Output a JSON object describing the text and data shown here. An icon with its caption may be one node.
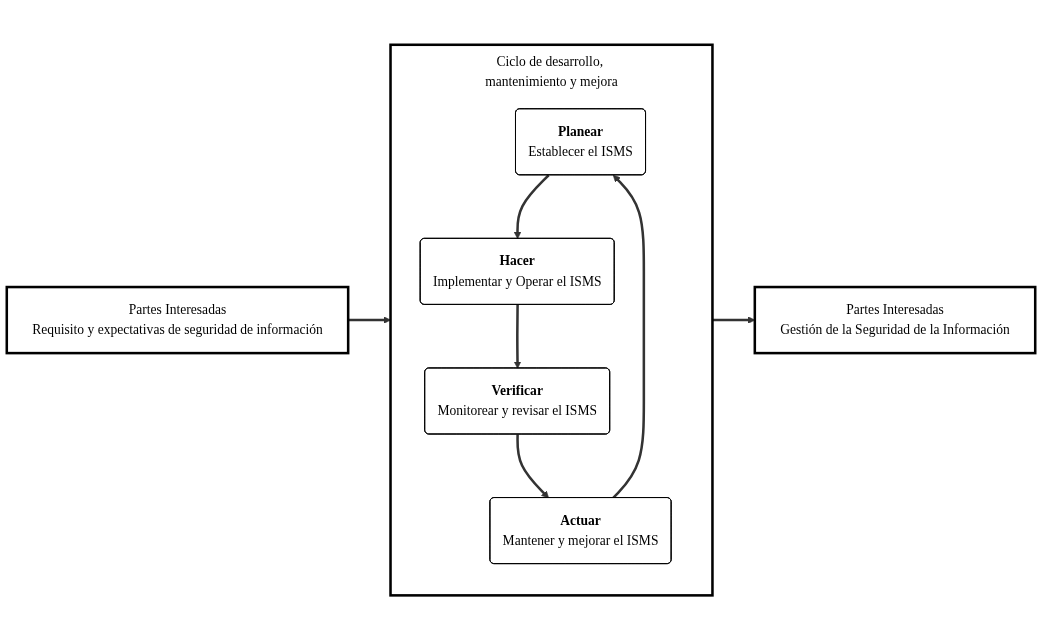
{
  "diagram": {
    "nodes": [
      {
        "text": [
          "Partes Interesadas",
          "Requisito y expectativas de seguridad de información"
        ]
      },
      {
        "text": [
          "Ciclo de desarrollo, mantenimiento y mejora"
        ]
      },
      {
        "text": [
          "Planear",
          "Establecer el ISMS"
        ],
        "in": 1
      },
      {
        "text": [
          "Hacer",
          "Implementar y Operar el ISMS"
        ],
        "in": 1
      },
      {
        "text": [
          "Actuar",
          "Mantener y mejorar el ISMS"
        ],
        "in": 1
      },
      {
        "text": [
          "Verificar",
          "Monitorear y revisar el ISMS"
        ],
        "in": 1
      },
      {
        "text": [
          "Partes Interesadas",
          "Gestión de la Seguridad de la Información"
        ]
      }
    ],
    "edges": [
      {
        "from": 0,
        "to": 1,
        "arrow": "to"
      },
      {
        "from": 2,
        "to": 3,
        "arrow": "to"
      },
      {
        "from": 3,
        "to": 5,
        "arrow": "to"
      },
      {
        "from": 5,
        "to": 4,
        "arrow": "to"
      },
      {
        "from": 4,
        "to": 2,
        "arrow": "to"
      },
      {
        "from": 1,
        "to": 6,
        "arrow": "to"
      }
    ]
  }
}
